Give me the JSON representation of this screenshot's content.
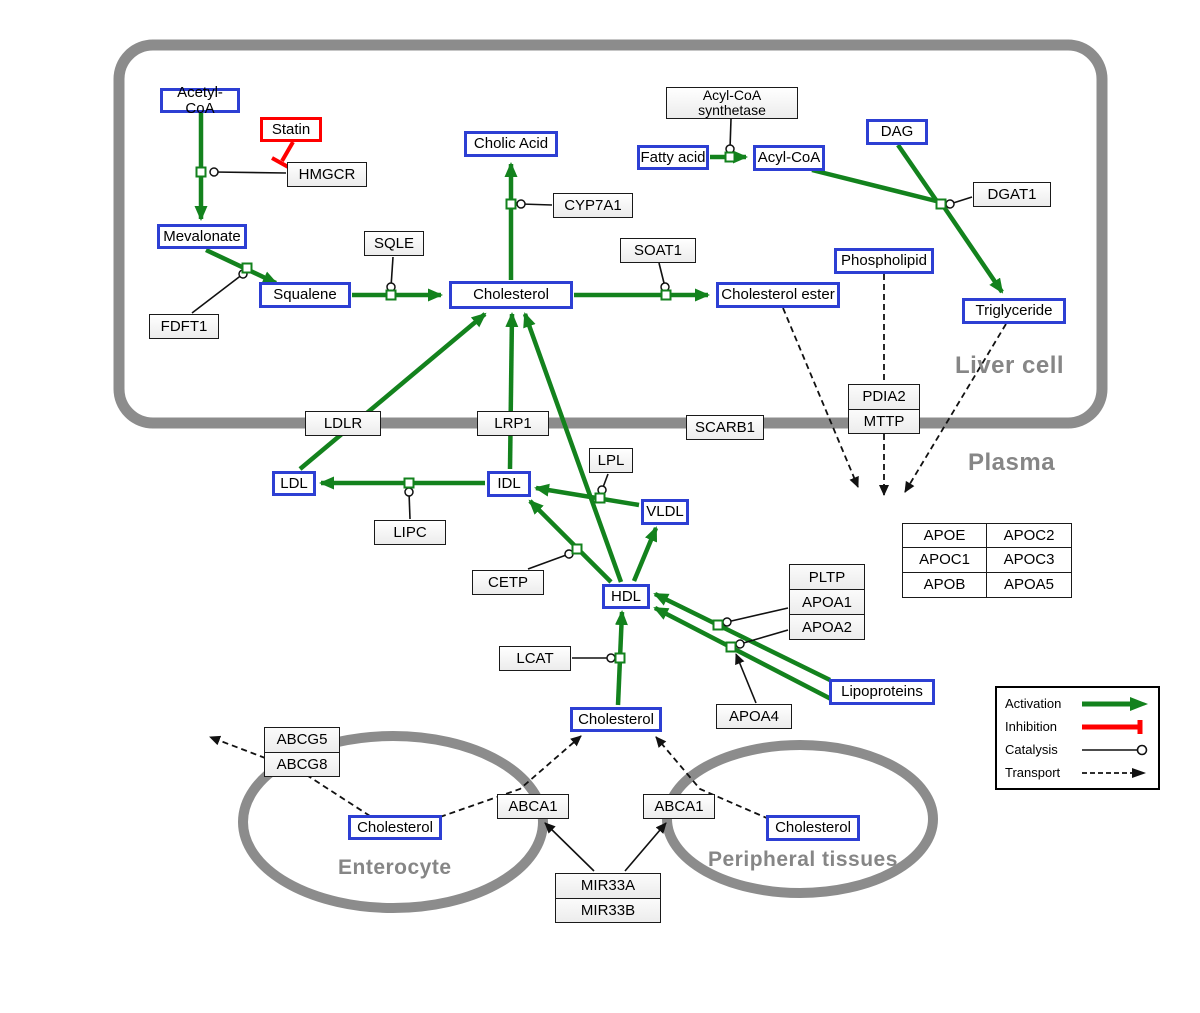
{
  "compartments": {
    "liver_cell": "Liver cell",
    "plasma": "Plasma",
    "enterocyte": "Enterocyte",
    "peripheral_tissues": "Peripheral tissues"
  },
  "metabolites": {
    "acetyl_coa": "Acetyl-CoA",
    "mevalonate": "Mevalonate",
    "squalene": "Squalene",
    "cholesterol_liver": "Cholesterol",
    "cholic_acid": "Cholic Acid",
    "cholesterol_ester": "Cholesterol ester",
    "fatty_acid": "Fatty acid",
    "acyl_coa": "Acyl-CoA",
    "dag": "DAG",
    "phospholipid": "Phospholipid",
    "triglyceride": "Triglyceride",
    "ldl": "LDL",
    "idl": "IDL",
    "vldl": "VLDL",
    "hdl": "HDL",
    "cholesterol_plasma": "Cholesterol",
    "lipoproteins": "Lipoproteins",
    "cholesterol_enterocyte": "Cholesterol",
    "cholesterol_peripheral": "Cholesterol"
  },
  "drugs": {
    "statin": "Statin"
  },
  "proteins": {
    "hmgcr": "HMGCR",
    "sqle": "SQLE",
    "fdft1": "FDFT1",
    "cyp7a1": "CYP7A1",
    "soat1": "SOAT1",
    "acyl_coa_synthetase_line1": "Acyl-CoA",
    "acyl_coa_synthetase_line2": "synthetase",
    "dgat1": "DGAT1",
    "pdia2": "PDIA2",
    "mttp": "MTTP",
    "ldlr": "LDLR",
    "lrp1": "LRP1",
    "scarb1": "SCARB1",
    "lpl": "LPL",
    "lipc": "LIPC",
    "cetp": "CETP",
    "lcat": "LCAT",
    "pltp": "PLTP",
    "apoa1": "APOA1",
    "apoa2": "APOA2",
    "apoa4": "APOA4",
    "apoe": "APOE",
    "apoc2": "APOC2",
    "apoc1": "APOC1",
    "apoc3": "APOC3",
    "apob": "APOB",
    "apoa5": "APOA5",
    "abcg5": "ABCG5",
    "abcg8": "ABCG8",
    "abca1_enterocyte": "ABCA1",
    "abca1_peripheral": "ABCA1",
    "mir33a": "MIR33A",
    "mir33b": "MIR33B"
  },
  "legend": {
    "activation": "Activation",
    "inhibition": "Inhibition",
    "catalysis": "Catalysis",
    "transport": "Transport"
  },
  "colors": {
    "metabolite_border": "#2d3fd3",
    "inhibitor_border": "#ff0000",
    "activation_green": "#13821d",
    "inhibition_red": "#ff0000",
    "membrane_gray": "#8c8c8c",
    "enzyme_border": "#1a1a1a"
  }
}
